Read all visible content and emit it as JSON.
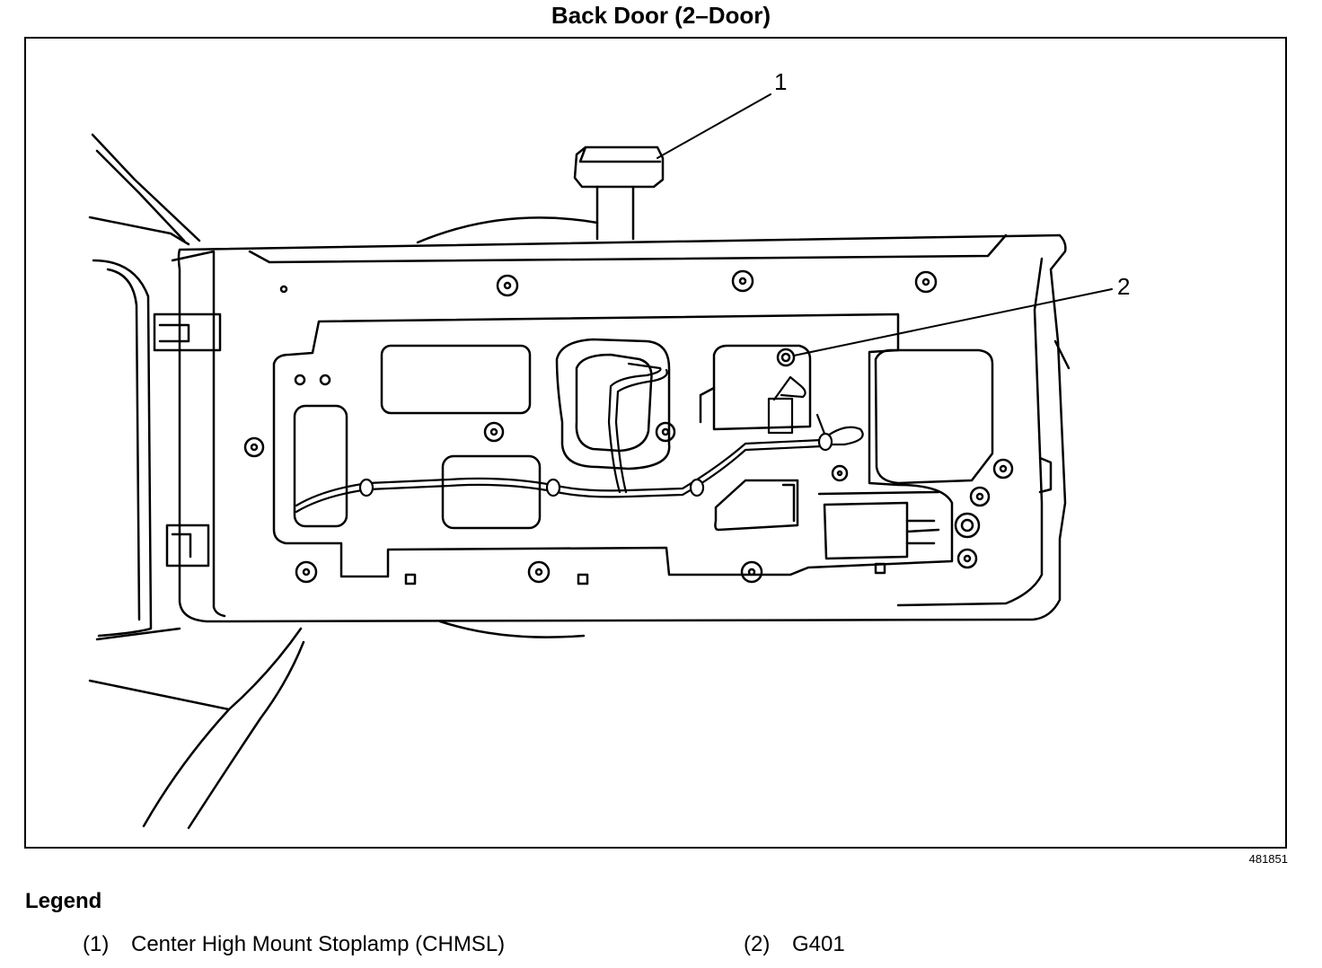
{
  "title": "Back Door (2–Door)",
  "figure_id": "481851",
  "callouts": [
    {
      "number": "1",
      "target": "chmsl-stoplamp"
    },
    {
      "number": "2",
      "target": "g401-ground"
    }
  ],
  "legend": {
    "title": "Legend",
    "items": [
      {
        "number": "(1)",
        "label": "Center High Mount Stoplamp (CHMSL)"
      },
      {
        "number": "(2)",
        "label": "G401"
      }
    ]
  }
}
